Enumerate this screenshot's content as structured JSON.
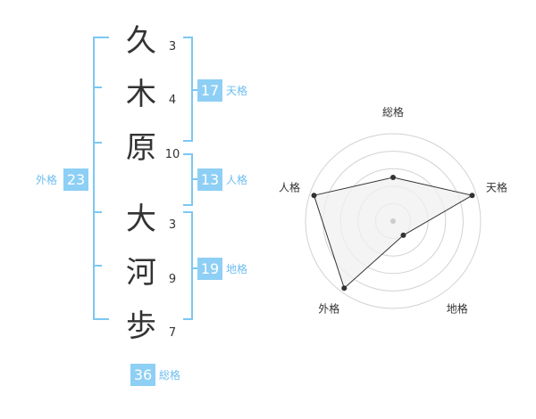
{
  "name_chars": [
    {
      "char": "久",
      "strokes": "3"
    },
    {
      "char": "木",
      "strokes": "4"
    },
    {
      "char": "原",
      "strokes": "10"
    },
    {
      "char": "大",
      "strokes": "3"
    },
    {
      "char": "河",
      "strokes": "9"
    },
    {
      "char": "歩",
      "strokes": "7"
    }
  ],
  "fortune": {
    "tenkaku": {
      "label": "天格",
      "value": "17"
    },
    "jinkaku": {
      "label": "人格",
      "value": "13"
    },
    "chikaku": {
      "label": "地格",
      "value": "19"
    },
    "gaikaku": {
      "label": "外格",
      "value": "23"
    },
    "soukaku": {
      "label": "総格",
      "value": "36"
    }
  },
  "colors": {
    "accent": "#6dbdf0",
    "badge": "#8ecff5",
    "radar_fill": "#f0f0f0"
  },
  "chart_data": {
    "type": "radar",
    "axes": [
      "総格",
      "天格",
      "地格",
      "外格",
      "人格"
    ],
    "values": [
      0.5,
      0.95,
      0.2,
      0.95,
      0.95
    ],
    "range": [
      0,
      1
    ],
    "rings": 5
  }
}
